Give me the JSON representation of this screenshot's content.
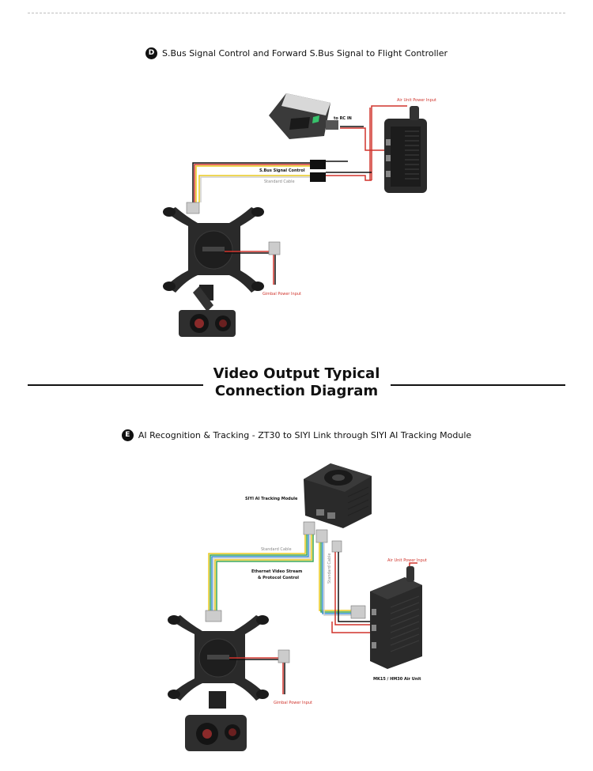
{
  "section_d": {
    "badge": "D",
    "title": "S.Bus Signal Control and Forward S.Bus Signal to Flight Controller",
    "labels": {
      "air_unit_power": "Air Unit Power Input",
      "to_rc_in": "to RC IN",
      "sbus_signal": "S.Bus Signal Control",
      "standard_cable": "Standard Cable",
      "gimbal_power": "Gimbal Power Input"
    }
  },
  "video_title": {
    "line1": "Video Output Typical",
    "line2": "Connection Diagram"
  },
  "section_e": {
    "badge": "E",
    "title": "AI Recognition & Tracking - ZT30 to SIYI Link through SIYI AI Tracking Module",
    "labels": {
      "ai_module": "SIYI AI Tracking Module",
      "standard_cable_1": "Standard Cable",
      "standard_cable_2": "Standard Cable",
      "ethernet_line1": "Ethernet Video Stream",
      "ethernet_line2": "& Protocol Control",
      "air_unit_power": "Air Unit Power Input",
      "air_unit_name": "MK15 / HM30 Air Unit",
      "gimbal_power": "Gimbal Power Input"
    }
  },
  "colors": {
    "accent_red": "#d0342c",
    "device_dark": "#2a2a2a",
    "wire_yellow": "#e8c81f",
    "wire_green": "#3aa656",
    "wire_blue": "#3a8fd6"
  }
}
